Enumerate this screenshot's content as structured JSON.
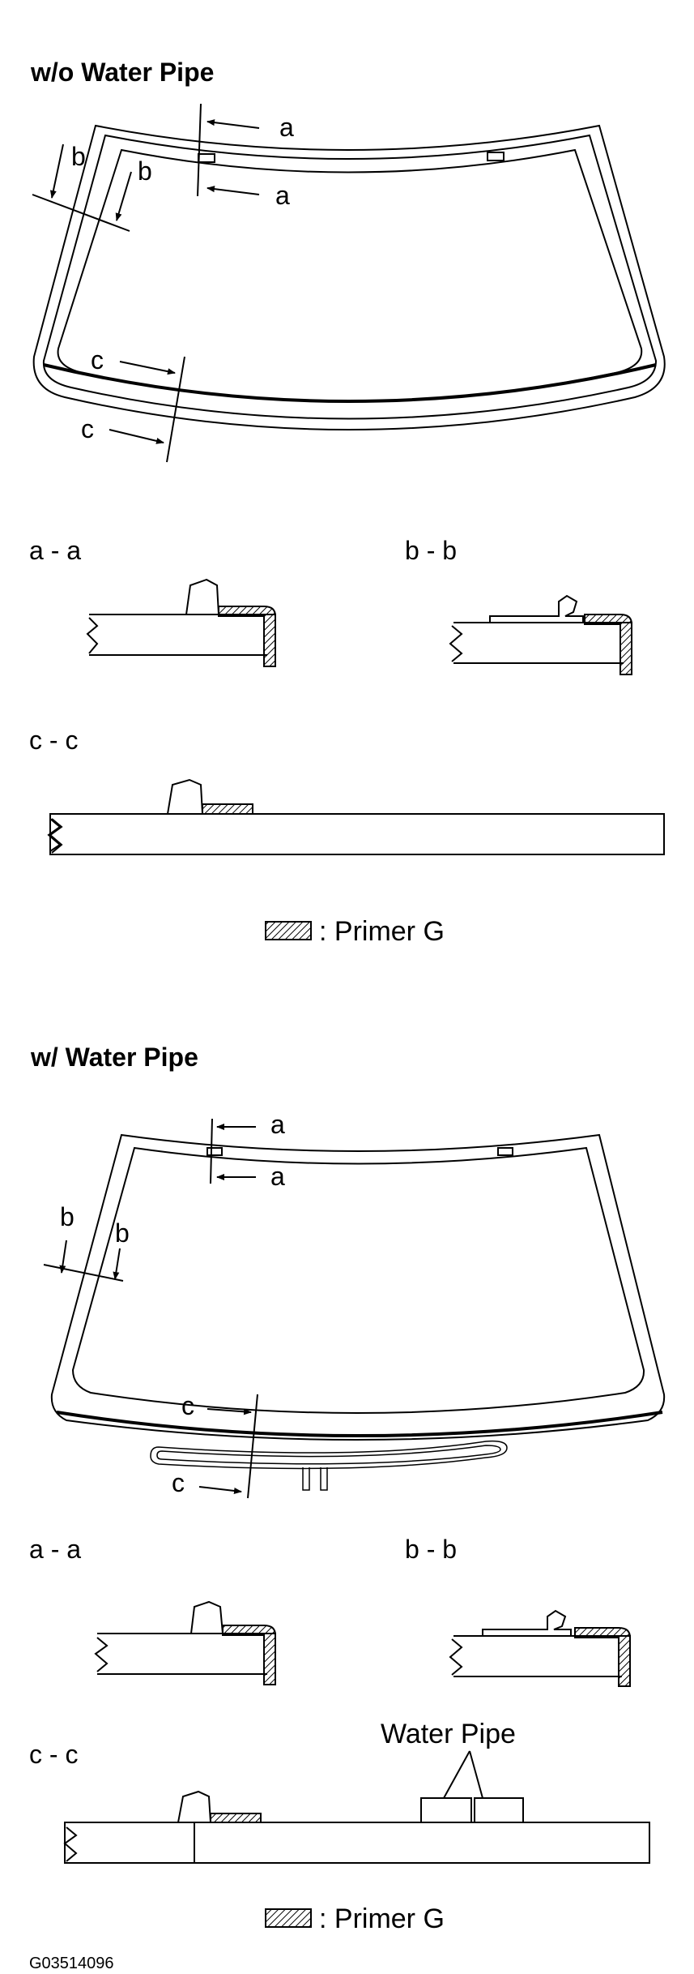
{
  "section_top": {
    "title": "w/o Water Pipe",
    "label_a": "a",
    "label_b": "b",
    "label_c": "c",
    "section_aa": "a - a",
    "section_bb": "b - b",
    "section_cc": "c - c",
    "legend": ": Primer G"
  },
  "section_bottom": {
    "title": "w/ Water Pipe",
    "label_a": "a",
    "label_b": "b",
    "label_c": "c",
    "section_aa": "a - a",
    "section_bb": "b - b",
    "section_cc": "c - c",
    "water_pipe": "Water Pipe",
    "legend": ": Primer G"
  },
  "figure_code": "G03514096"
}
